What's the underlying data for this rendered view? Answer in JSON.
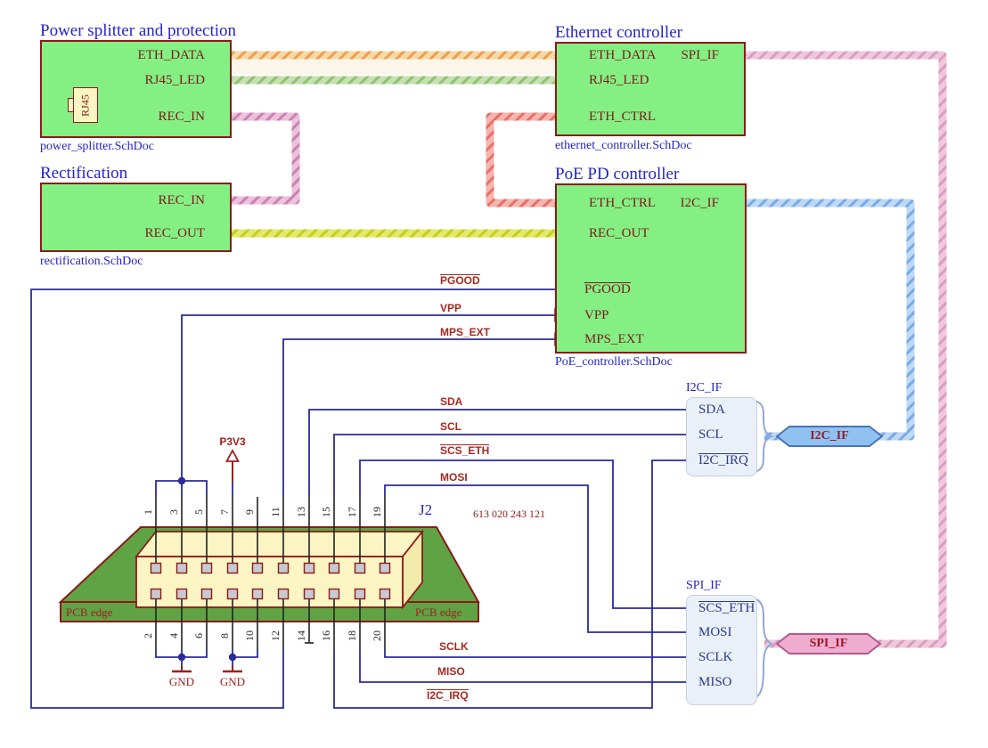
{
  "blocks": {
    "power_splitter": {
      "title": "Power splitter and protection",
      "file": "power_splitter.SchDoc",
      "child_part": "RJ45",
      "ports": {
        "eth_data": "ETH_DATA",
        "rj45_led": "RJ45_LED",
        "rec_in": "REC_IN"
      }
    },
    "ethernet_controller": {
      "title": "Ethernet controller",
      "file": "ethernet_controller.SchDoc",
      "ports": {
        "eth_data": "ETH_DATA",
        "rj45_led": "RJ45_LED",
        "eth_ctrl": "ETH_CTRL",
        "spi_if": "SPI_IF"
      }
    },
    "rectification": {
      "title": "Rectification",
      "file": "rectification.SchDoc",
      "ports": {
        "rec_in": "REC_IN",
        "rec_out": "REC_OUT"
      }
    },
    "poe_controller": {
      "title": "PoE PD controller",
      "file": "PoE_controller.SchDoc",
      "ports": {
        "eth_ctrl": "ETH_CTRL",
        "rec_out": "REC_OUT",
        "i2c_if": "I2C_IF",
        "pgood": "PGOOD",
        "vpp": "VPP",
        "mps_ext": "MPS_EXT"
      }
    }
  },
  "net_labels": {
    "pgood": "PGOOD",
    "vpp": "VPP",
    "mps_ext": "MPS_EXT",
    "sda": "SDA",
    "scl": "SCL",
    "scs_eth": "SCS_ETH",
    "mosi": "MOSI",
    "sclk": "SCLK",
    "miso": "MISO",
    "i2c_irq": "I2C_IRQ"
  },
  "harness_connectors": {
    "i2c": {
      "title": "I2C_IF",
      "entries": {
        "sda": "SDA",
        "scl": "SCL",
        "i2c_irq": "I2C_IRQ"
      }
    },
    "spi": {
      "title": "SPI_IF",
      "entries": {
        "scs_eth": "SCS_ETH",
        "mosi": "MOSI",
        "sclk": "SCLK",
        "miso": "MISO"
      }
    }
  },
  "harness_labels": {
    "i2c": "I2C_IF",
    "spi": "SPI_IF"
  },
  "connector": {
    "designator": "J2",
    "part_number": "613 020 243 121",
    "pcb_edge_left": "PCB edge",
    "pcb_edge_right": "PCB edge",
    "top_pins": [
      "1",
      "3",
      "5",
      "7",
      "9",
      "11",
      "13",
      "15",
      "17",
      "19"
    ],
    "bottom_pins": [
      "2",
      "4",
      "6",
      "8",
      "10",
      "12",
      "14",
      "16",
      "18",
      "20"
    ]
  },
  "power": {
    "p3v3": "P3V3",
    "gnd_left": "GND",
    "gnd_right": "GND"
  },
  "colors": {
    "block_fill": "#84F084",
    "block_border": "#8B1A1A",
    "title_blue": "#2323CC",
    "wire_blue": "#2B2B99",
    "net_label_red": "#A52A20",
    "harness_eth_data": "#ED9F4E",
    "harness_rj45_led": "#8FC173",
    "harness_rec_in": "#CE7FB4",
    "harness_eth_ctrl": "#E86F66",
    "harness_rec_out": "#CBD629",
    "harness_i2c_if": "#76ABE6",
    "harness_spi_if": "#DA9CC1",
    "sheet_entry_yellow": "#F7E75F",
    "pcb_green": "#5FA344",
    "connector_body": "#FBF5C3"
  }
}
